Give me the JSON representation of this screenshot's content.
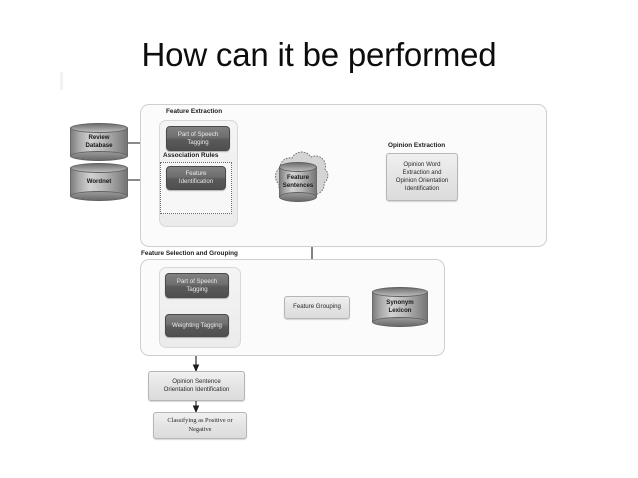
{
  "slide": {
    "title": "How can it be performed",
    "background_color": "#ffffff",
    "title_color": "#0d0d0d"
  },
  "diagram": {
    "type": "flowchart",
    "colors": {
      "panel_border": "#cfcfcf",
      "panel_fill": "#fbfbfb",
      "dark_node_fill": "#6e6e6e",
      "dark_node_text": "#e9e9e9",
      "light_node_fill": "#e4e4e4",
      "light_node_text": "#2a2a2a",
      "connector": "#222222"
    },
    "panels": [
      {
        "id": "feature-extraction-panel",
        "label": "Feature Extraction"
      },
      {
        "id": "opinion-extraction-group",
        "label": "Opinion Extraction"
      },
      {
        "id": "feature-selection-panel",
        "label": "Feature Selection and Grouping"
      }
    ],
    "datastores": [
      {
        "id": "review-database",
        "label": "Review\nDatabase"
      },
      {
        "id": "wordnet",
        "label": "Wordnet"
      },
      {
        "id": "feature-sentences",
        "label": "Feature\nSentences"
      },
      {
        "id": "synonym-lexicon",
        "label": "Synonym\nLexicon"
      }
    ],
    "nodes": [
      {
        "id": "pos-tagging-extraction",
        "label": "Part of Speech\nTagging",
        "style": "dark"
      },
      {
        "id": "association-rules-label",
        "label": "Association Rules",
        "style": "caption"
      },
      {
        "id": "feature-identification",
        "label": "Feature\nIdentification",
        "style": "dark"
      },
      {
        "id": "opinion-word-extraction",
        "label": "Opinion Word\nExtraction and\nOpinion Orientation\nIdentification",
        "style": "light"
      },
      {
        "id": "pos-tagging-selection",
        "label": "Part of Speech\nTagging",
        "style": "dark"
      },
      {
        "id": "weighting-tagging",
        "label": "Weighting Tagging",
        "style": "dark"
      },
      {
        "id": "feature-grouping",
        "label": "Feature Grouping",
        "style": "light"
      },
      {
        "id": "opinion-sentence-orientation",
        "label": "Opinion Sentence\nOrientation Identification",
        "style": "light"
      },
      {
        "id": "classifying-positive-negative",
        "label": "Classifying as Positive or\nNegative",
        "style": "light-serif"
      }
    ],
    "labels": {
      "feature_extraction": "Feature Extraction",
      "association_rules": "Association Rules",
      "opinion_extraction": "Opinion Extraction",
      "feature_selection_grouping": "Feature Selection and Grouping",
      "review_database_line1": "Review",
      "review_database_line2": "Database",
      "wordnet": "Wordnet",
      "pos_tagging_line1": "Part of Speech",
      "pos_tagging_line2": "Tagging",
      "feature_identification_line1": "Feature",
      "feature_identification_line2": "Identification",
      "feature_sentences_line1": "Feature",
      "feature_sentences_line2": "Sentences",
      "opinion_word_line1": "Opinion Word",
      "opinion_word_line2": "Extraction and",
      "opinion_word_line3": "Opinion Orientation",
      "opinion_word_line4": "Identification",
      "weighting_tagging": "Weighting Tagging",
      "feature_grouping": "Feature Grouping",
      "synonym_lexicon_line1": "Synonym",
      "synonym_lexicon_line2": "Lexicon",
      "opinion_sentence_line1": "Opinion Sentence",
      "opinion_sentence_line2": "Orientation Identification",
      "classifying_line1": "Classifying as Positive or",
      "classifying_line2": "Negative"
    }
  }
}
